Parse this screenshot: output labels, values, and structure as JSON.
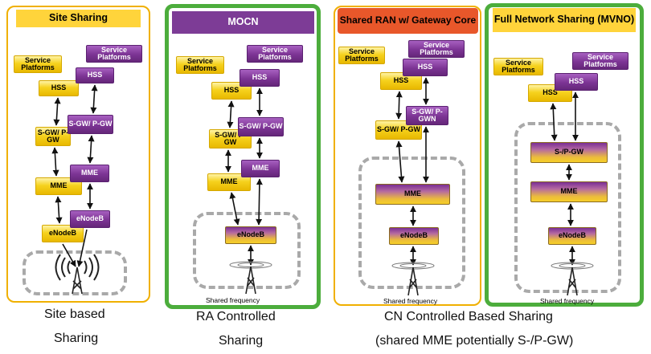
{
  "panels": {
    "site_sharing": {
      "header": "Site Sharing",
      "service_platforms_yellow": "Service Platforms",
      "service_platforms_purple": "Service Platforms",
      "hss_yellow": "HSS",
      "hss_purple": "HSS",
      "sgw_yellow": "S-GW/ P-GW",
      "sgw_purple": "S-GW/ P-GW",
      "mme_yellow": "MME",
      "mme_purple": "MME",
      "enodeb_yellow": "eNodeB",
      "enodeb_purple": "eNodeB"
    },
    "mocn": {
      "header": "MOCN",
      "service_platforms_yellow": "Service Platforms",
      "service_platforms_purple": "Service Platforms",
      "hss_yellow": "HSS",
      "hss_purple": "HSS",
      "sgw_yellow": "S-GW/ P-GW",
      "sgw_purple": "S-GW/ P-GW",
      "mme_yellow": "MME",
      "mme_purple": "MME",
      "enodeb_shared": "eNodeB",
      "shared_frequency": "Shared frequency"
    },
    "shared_ran": {
      "header": "Shared RAN w/ Gateway Core",
      "service_platforms_yellow": "Service Platforms",
      "service_platforms_purple": "Service Platforms",
      "hss_yellow": "HSS",
      "hss_purple": "HSS",
      "sgw_yellow": "S-GW/ P-GW",
      "sgw_purple": "S-GW/ P-GWN",
      "mme_shared": "MME",
      "enodeb_shared": "eNodeB",
      "shared_frequency": "Shared frequency"
    },
    "full_network": {
      "header": "Full Network Sharing (MVNO)",
      "service_platforms_yellow": "Service Platforms",
      "service_platforms_purple": "Service Platforms",
      "hss_yellow": "HSS",
      "hss_purple": "HSS",
      "sgw_shared": "S-/P-GW",
      "mme_shared": "MME",
      "enodeb_shared": "eNodeB",
      "shared_frequency": "Shared frequency"
    }
  },
  "captions": {
    "site_line1": "Site based",
    "site_line2": "Sharing",
    "ra_line1": "RA Controlled",
    "ra_line2": "Sharing",
    "cn_line1": "CN Controlled Based Sharing",
    "cn_line2": "(shared MME potentially S-/P-GW)"
  },
  "colors": {
    "panel_orange": "#f0b000",
    "panel_green": "#4cad3c",
    "node_yellow": "#f6d21e",
    "node_purple": "#7c3494",
    "header_red": "#e8572a"
  }
}
